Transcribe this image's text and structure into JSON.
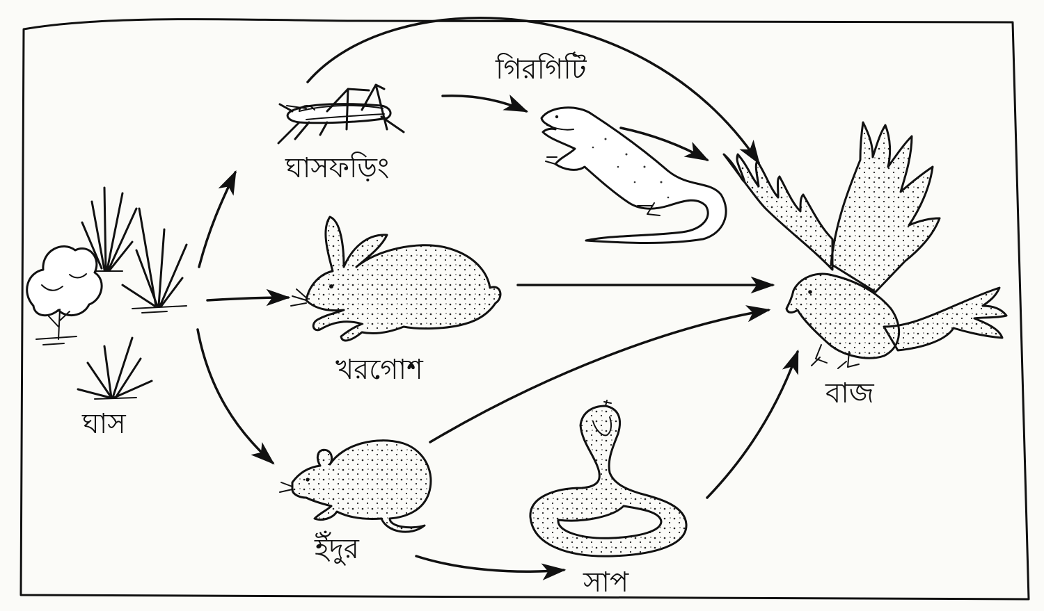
{
  "labels": {
    "grass": "ঘাস",
    "grasshopper": "ঘাসফড়িং",
    "lizard": "গিরগিটি",
    "rabbit": "খরগোশ",
    "rat": "ইঁদুর",
    "snake": "সাপ",
    "hawk": "বাজ"
  },
  "colors": {
    "ink": "#111111",
    "paper": "#fbfbf8"
  }
}
